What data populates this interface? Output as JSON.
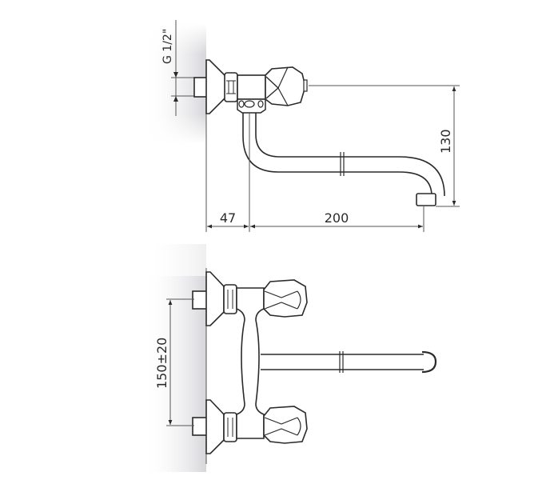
{
  "drawing": {
    "type": "technical-drawing",
    "subject": "wall-mounted faucet",
    "views": [
      {
        "name": "side-view",
        "dimensions": {
          "thread": "G 1/2\"",
          "wall_offset": "47",
          "spout_reach": "200",
          "height": "130"
        }
      },
      {
        "name": "top-view",
        "dimensions": {
          "centre_distance": "150±20"
        }
      }
    ],
    "colors": {
      "line": "#2a2a2a",
      "dim": "#555555",
      "wall_shade": "#d8d8dc"
    }
  },
  "labels": {
    "thread": "G 1/2\"",
    "wall_offset": "47",
    "spout_reach": "200",
    "height": "130",
    "centre_distance": "150±20"
  }
}
